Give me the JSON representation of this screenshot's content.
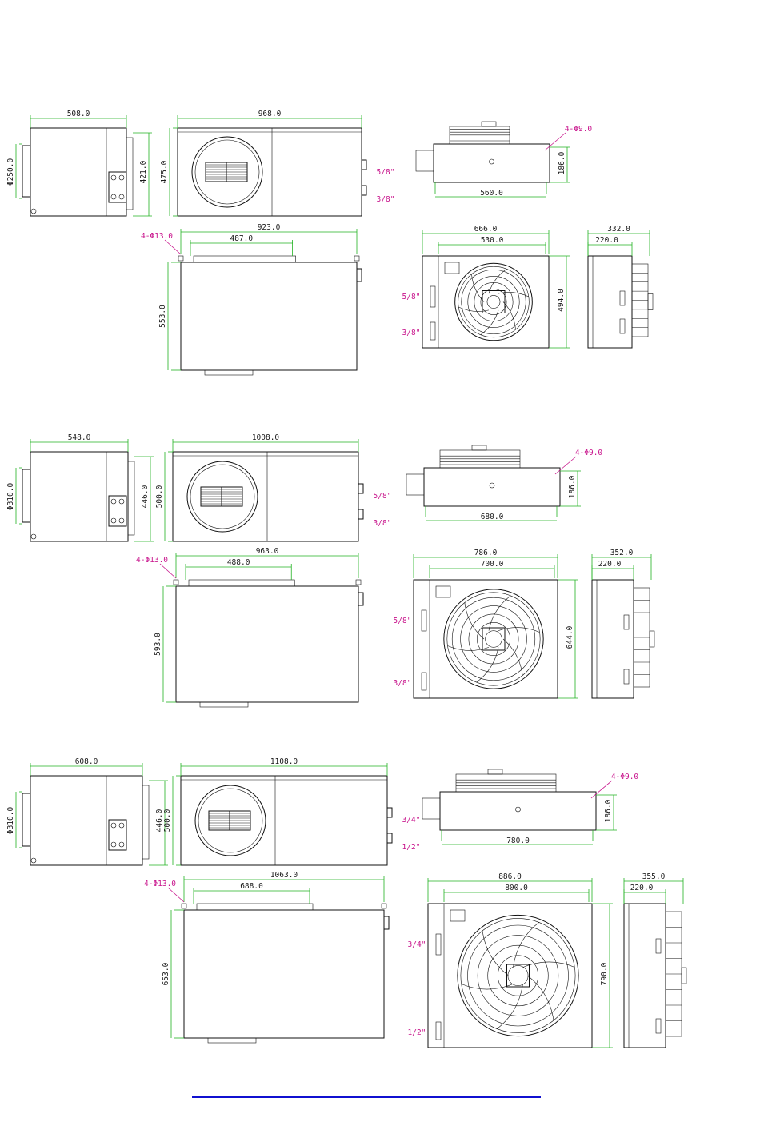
{
  "sets": [
    {
      "indoor_side": {
        "width": "508.0",
        "height": "421.0",
        "duct": "Φ250.0"
      },
      "indoor_front": {
        "width": "968.0",
        "height": "475.0",
        "pipe_top": "5/8\"",
        "pipe_bottom": "3/8\""
      },
      "indoor_top": {
        "holes": "4-Φ13.0",
        "width": "923.0",
        "inner": "487.0",
        "depth": "553.0"
      },
      "outdoor_top": {
        "holes": "4-Φ9.0",
        "width": "560.0",
        "depth": "186.0"
      },
      "outdoor_front": {
        "outer": "666.0",
        "inner": "530.0",
        "height": "494.0",
        "pipe_top": "5/8\"",
        "pipe_bottom": "3/8\""
      },
      "outdoor_side": {
        "outer": "332.0",
        "inner": "220.0"
      }
    },
    {
      "indoor_side": {
        "width": "548.0",
        "height": "446.0",
        "duct": "Φ310.0"
      },
      "indoor_front": {
        "width": "1008.0",
        "height": "500.0",
        "pipe_top": "5/8\"",
        "pipe_bottom": "3/8\""
      },
      "indoor_top": {
        "holes": "4-Φ13.0",
        "width": "963.0",
        "inner": "488.0",
        "depth": "593.0"
      },
      "outdoor_top": {
        "holes": "4-Φ9.0",
        "width": "680.0",
        "depth": "186.0"
      },
      "outdoor_front": {
        "outer": "786.0",
        "inner": "700.0",
        "height": "644.0",
        "pipe_top": "5/8\"",
        "pipe_bottom": "3/8\""
      },
      "outdoor_side": {
        "outer": "352.0",
        "inner": "220.0"
      }
    },
    {
      "indoor_side": {
        "width": "608.0",
        "height": "446.0",
        "duct": "Φ310.0"
      },
      "indoor_front": {
        "width": "1108.0",
        "height": "500.0",
        "pipe_top": "3/4\"",
        "pipe_bottom": "1/2\""
      },
      "indoor_top": {
        "holes": "4-Φ13.0",
        "width": "1063.0",
        "inner": "688.0",
        "depth": "653.0"
      },
      "outdoor_top": {
        "holes": "4-Φ9.0",
        "width": "780.0",
        "depth": "186.0"
      },
      "outdoor_front": {
        "outer": "886.0",
        "inner": "800.0",
        "height": "790.0",
        "pipe_top": "3/4\"",
        "pipe_bottom": "1/2\""
      },
      "outdoor_side": {
        "outer": "355.0",
        "inner": "220.0"
      }
    }
  ],
  "colors": {
    "dimension": "#22b322",
    "annotation": "#c8148c",
    "outline": "#111111",
    "rule": "#1010d0"
  }
}
